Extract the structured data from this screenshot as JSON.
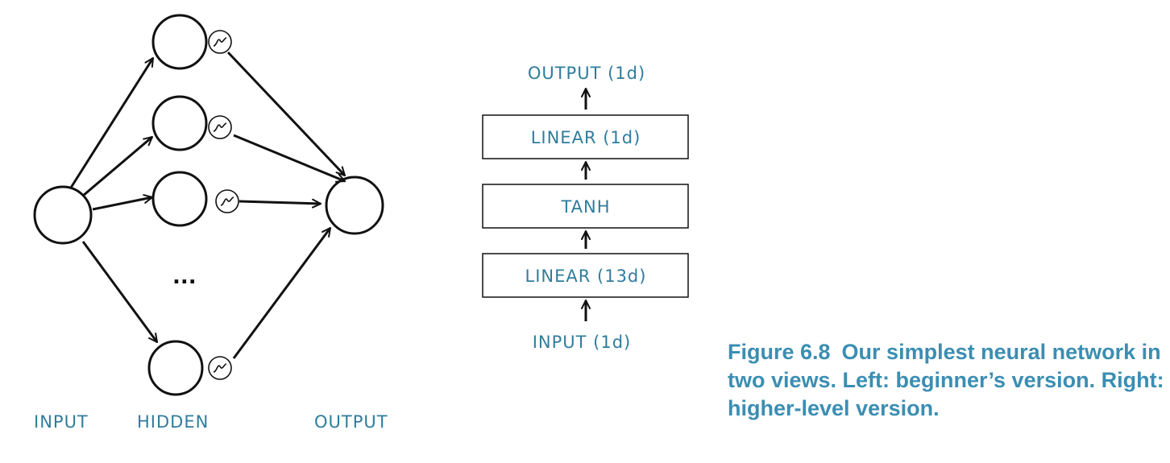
{
  "left_view": {
    "layer_labels": {
      "input": "INPUT",
      "hidden": "HIDDEN",
      "output": "OUTPUT"
    },
    "ellipsis": "..."
  },
  "right_view": {
    "output_label": "OUTPUT (1d)",
    "blocks": [
      "LINEAR (1d)",
      "TANH",
      "LINEAR (13d)"
    ],
    "input_label": "INPUT (1d)"
  },
  "caption": {
    "figure_number": "Figure 6.8",
    "text": "Our simplest neural network in two views. Left: beginner’s version. Right: higher-level version."
  },
  "colors": {
    "label": "#2f7d9d",
    "caption": "#3b8eb2",
    "stroke": "#111111"
  }
}
